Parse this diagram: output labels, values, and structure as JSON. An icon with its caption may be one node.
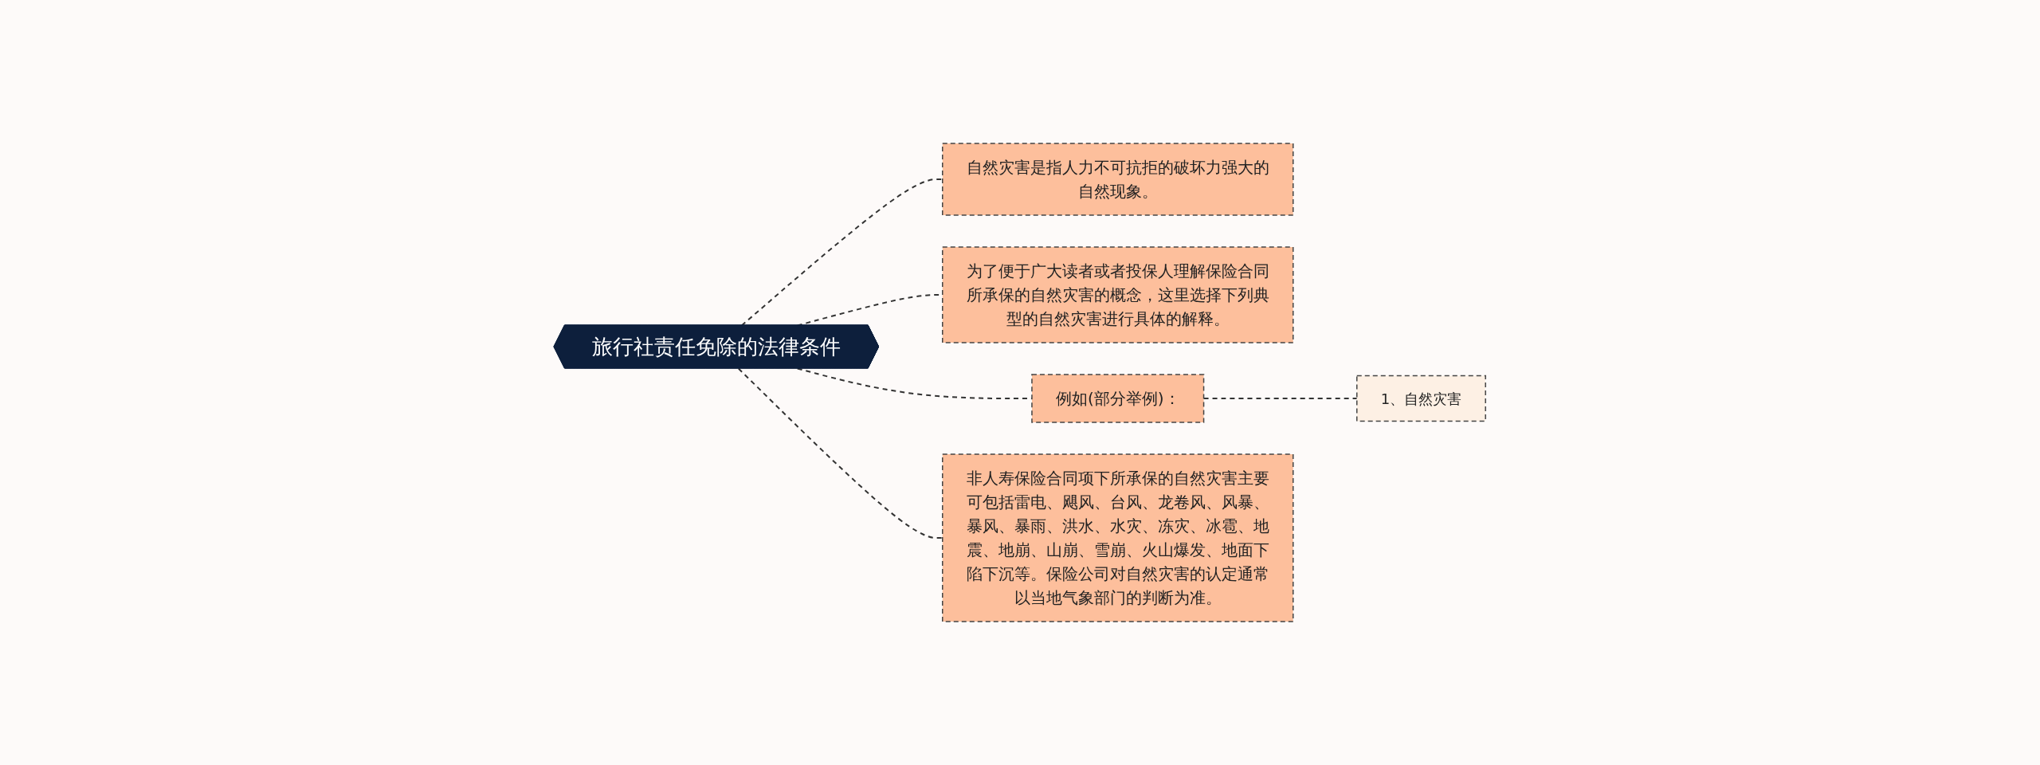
{
  "diagram": {
    "nodes": [
      {
        "text": [
          "旅行社责任免除的法律条件"
        ]
      },
      {
        "text": [
          "自然灾害是指人力不可抗拒的破坏力强大的自然现象。"
        ]
      },
      {
        "text": [
          "为了便于广大读者或者投保人理解保险合同所承保的自然灾害的概念，这里选择下列典型的自然灾害进行具体的解释。"
        ]
      },
      {
        "text": [
          "例如(部分举例)："
        ]
      },
      {
        "text": [
          "1、自然灾害"
        ]
      },
      {
        "text": [
          "非人寿保险合同项下所承保的自然灾害主要可包括雷电、飓风、台风、龙卷风、风暴、暴风、暴雨、洪水、水灾、冻灾、冰雹、地震、地崩、山崩、雪崩、火山爆发、地面下陷下沉等。保险公司对自然灾害的认定通常以当地气象部门的判断为准。"
        ]
      }
    ],
    "edges": [
      {
        "from": 0,
        "to": 1,
        "arrow": "none",
        "style": "dashed"
      },
      {
        "from": 0,
        "to": 2,
        "arrow": "none",
        "style": "dashed"
      },
      {
        "from": 0,
        "to": 3,
        "arrow": "none",
        "style": "dashed"
      },
      {
        "from": 3,
        "to": 4,
        "arrow": "none",
        "style": "dashed"
      },
      {
        "from": 0,
        "to": 5,
        "arrow": "none",
        "style": "dashed"
      }
    ]
  }
}
